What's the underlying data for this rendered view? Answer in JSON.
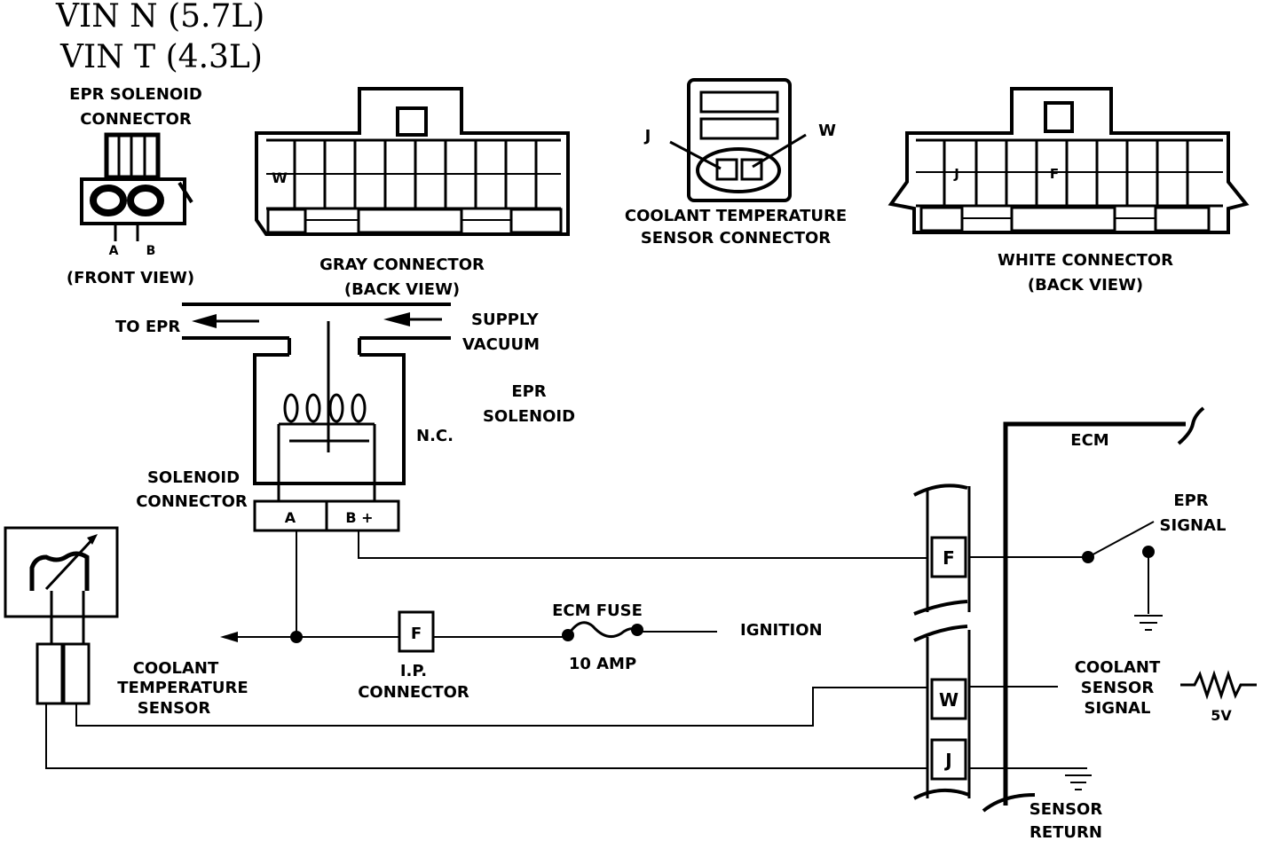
{
  "title_lines": [
    "VIN  N  (5.7L)",
    "VIN  T  (4.3L)"
  ],
  "epr_connector": {
    "label_lines": [
      "EPR SOLENOID",
      "CONNECTOR"
    ],
    "pins": [
      "A",
      "B"
    ],
    "view": "(FRONT  VIEW)"
  },
  "gray_connector": {
    "label_lines": [
      "GRAY CONNECTOR",
      "(BACK VIEW)"
    ],
    "pin": "W"
  },
  "coolant_connector": {
    "label_lines": [
      "COOLANT TEMPERATURE",
      "SENSOR CONNECTOR"
    ],
    "pin_left": "J",
    "pin_right": "W"
  },
  "white_connector": {
    "label_lines": [
      "WHITE CONNECTOR",
      "(BACK VIEW)"
    ],
    "pins": [
      "J",
      "F"
    ]
  },
  "vacuum": {
    "to_epr": "TO EPR",
    "supply_lines": [
      "SUPPLY",
      "VACUUM"
    ]
  },
  "epr_solenoid": {
    "label_lines": [
      "EPR",
      "SOLENOID"
    ],
    "nc": "N.C."
  },
  "solenoid_connector": {
    "label_lines": [
      "SOLENOID",
      "CONNECTOR"
    ],
    "pin_a": "A",
    "pin_b": "B +"
  },
  "ecm": {
    "label": "ECM",
    "pins": [
      "F",
      "W",
      "J"
    ],
    "epr_signal_lines": [
      "EPR",
      "SIGNAL"
    ],
    "coolant_signal_lines": [
      "COOLANT",
      "SENSOR",
      "SIGNAL"
    ],
    "voltage": "5V",
    "sensor_return_lines": [
      "SENSOR",
      "RETURN"
    ]
  },
  "coolant_sensor": {
    "label_lines": [
      "COOLANT",
      "TEMPERATURE",
      "SENSOR"
    ]
  },
  "ip_connector": {
    "pin": "F",
    "label_lines": [
      "I.P.",
      "CONNECTOR"
    ]
  },
  "fuse": {
    "label": "ECM FUSE",
    "rating": "10 AMP"
  },
  "ignition": "IGNITION"
}
